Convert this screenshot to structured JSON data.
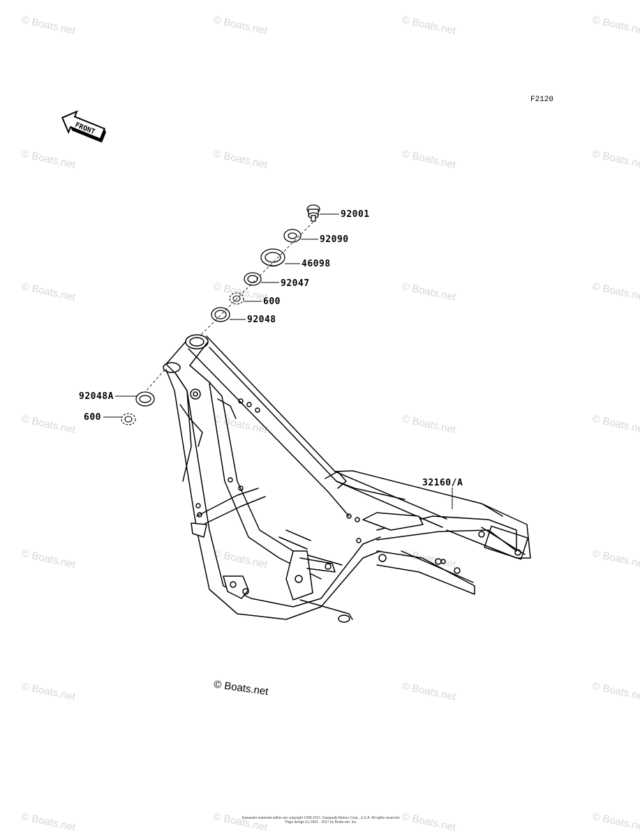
{
  "diagram": {
    "figure_id": "F2120",
    "front_label": "FRONT",
    "watermark_text": "© Boats.net",
    "copyright_text": "© Boats.net",
    "footer_lines": [
      "Kawasaki materials within are copyright 1999-2017, Kawasaki Motors Corp., U.S.A. All rights reserved.",
      "Page design (c) 2001 - 2017 by Boats.net, Inc."
    ],
    "parts": [
      {
        "id": "p1",
        "number": "92001"
      },
      {
        "id": "p2",
        "number": "92090"
      },
      {
        "id": "p3",
        "number": "46098"
      },
      {
        "id": "p4",
        "number": "92047"
      },
      {
        "id": "p5",
        "number": "600"
      },
      {
        "id": "p6",
        "number": "92048"
      },
      {
        "id": "p7",
        "number": "92048A"
      },
      {
        "id": "p8",
        "number": "600"
      },
      {
        "id": "p9",
        "number": "32160/A"
      }
    ]
  }
}
